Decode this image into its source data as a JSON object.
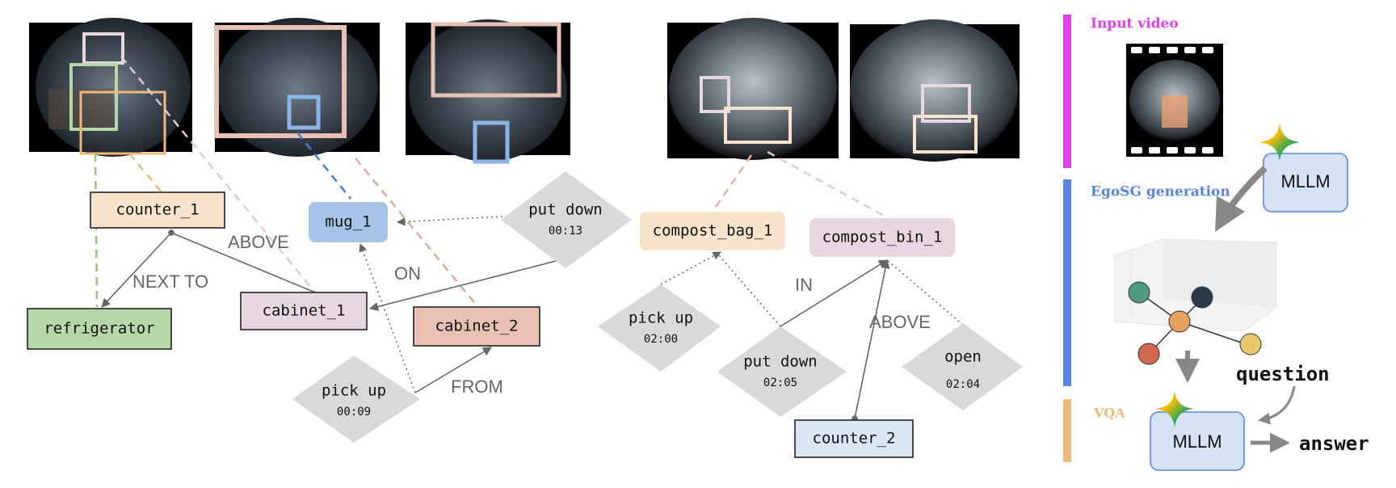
{
  "panel": {
    "input_video": "Input video",
    "egosg_generation": "EgoSG generation",
    "vqa": "VQA",
    "mllm_top": "MLLM",
    "mllm_bottom": "MLLM",
    "question": "question",
    "answer": "answer"
  },
  "colors": {
    "input_video": "#e040e8",
    "egosg": "#5b84dd",
    "vqa": "#f0b87a",
    "green": "#b6d7a8",
    "peach": "#f8e4cc",
    "blue": "#a6c4e6",
    "pink": "#e8d6e0",
    "salmon": "#e8c1b4",
    "lightblue": "#dbe6f4",
    "diamond": "#d9d9d9",
    "mllm_box": "#d5e3f4"
  },
  "nodes": {
    "counter_1": "counter_1",
    "refrigerator": "refrigerator",
    "mug_1": "mug_1",
    "cabinet_1": "cabinet_1",
    "cabinet_2": "cabinet_2",
    "compost_bag_1": "compost_bag_1",
    "compost_bin_1": "compost_bin_1",
    "counter_2": "counter_2"
  },
  "actions": {
    "put_down_1": {
      "verb": "put down",
      "time": "00:13"
    },
    "pick_up_1": {
      "verb": "pick up",
      "time": "00:09"
    },
    "pick_up_2": {
      "verb": "pick up",
      "time": "02:00"
    },
    "put_down_2": {
      "verb": "put down",
      "time": "02:05"
    },
    "open_1": {
      "verb": "open",
      "time": "02:04"
    }
  },
  "relations": {
    "above_1": "ABOVE",
    "next_to": "NEXT TO",
    "on": "ON",
    "from": "FROM",
    "in": "IN",
    "above_2": "ABOVE"
  }
}
